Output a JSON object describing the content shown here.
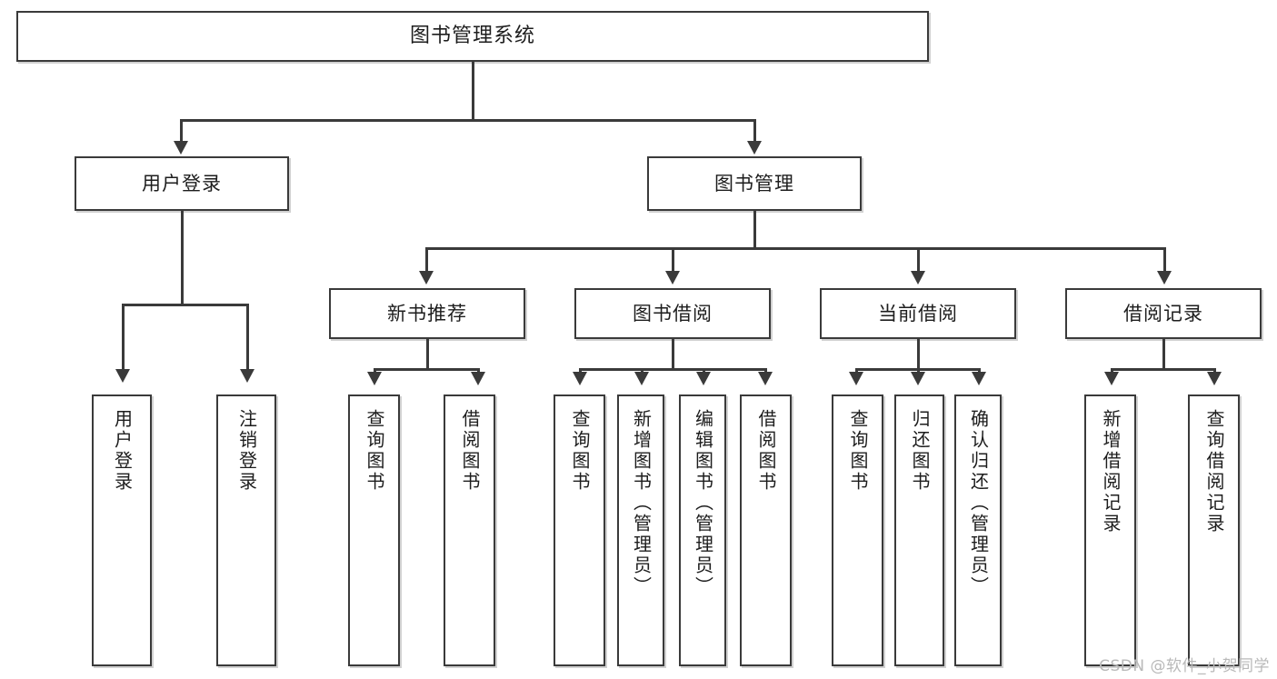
{
  "diagram": {
    "title": "图书管理系统",
    "type": "tree",
    "watermark": "CSDN @软件_小贺同学",
    "colors": {
      "box_border": "#3a3a3a",
      "box_fill": "#ffffff",
      "connector": "#3a3a3a",
      "text": "#1d1d1d",
      "watermark": "#b9b9b9",
      "background": "#ffffff"
    },
    "levels": [
      {
        "level": 0,
        "nodes": [
          "图书管理系统"
        ]
      },
      {
        "level": 1,
        "nodes": [
          "用户登录",
          "图书管理"
        ]
      },
      {
        "level": 2,
        "nodes": [
          "新书推荐",
          "图书借阅",
          "当前借阅",
          "借阅记录"
        ]
      },
      {
        "level": 3,
        "nodes": [
          "用户登录",
          "注销登录",
          "查询图书",
          "借阅图书",
          "查询图书",
          "新增图书（管理员）",
          "编辑图书（管理员）",
          "借阅图书",
          "查询图书",
          "归还图书",
          "确认归还（管理员）",
          "新增借阅记录",
          "查询借阅记录"
        ]
      }
    ],
    "root": {
      "id": "root",
      "label": "图书管理系统"
    },
    "branches": [
      {
        "id": "user-login",
        "label": "用户登录",
        "children": [
          {
            "id": "user-login-do",
            "label": "用户登录"
          },
          {
            "id": "user-logout",
            "label": "注销登录"
          }
        ]
      },
      {
        "id": "book-manage",
        "label": "图书管理",
        "groups": [
          {
            "id": "new-book-rec",
            "label": "新书推荐",
            "children": [
              {
                "id": "nbr-query-book",
                "label": "查询图书"
              },
              {
                "id": "nbr-borrow-book",
                "label": "借阅图书"
              }
            ]
          },
          {
            "id": "book-borrow",
            "label": "图书借阅",
            "children": [
              {
                "id": "bb-query-book",
                "label": "查询图书"
              },
              {
                "id": "bb-add-book",
                "label": "新增图书（管理员）"
              },
              {
                "id": "bb-edit-book",
                "label": "编辑图书（管理员）"
              },
              {
                "id": "bb-borrow-book",
                "label": "借阅图书"
              }
            ]
          },
          {
            "id": "current-borrow",
            "label": "当前借阅",
            "children": [
              {
                "id": "cb-query-book",
                "label": "查询图书"
              },
              {
                "id": "cb-return-book",
                "label": "归还图书"
              },
              {
                "id": "cb-confirm-return",
                "label": "确认归还（管理员）"
              }
            ]
          },
          {
            "id": "borrow-record",
            "label": "借阅记录",
            "children": [
              {
                "id": "br-add-record",
                "label": "新增借阅记录"
              },
              {
                "id": "br-query-record",
                "label": "查询借阅记录"
              }
            ]
          }
        ]
      }
    ]
  }
}
